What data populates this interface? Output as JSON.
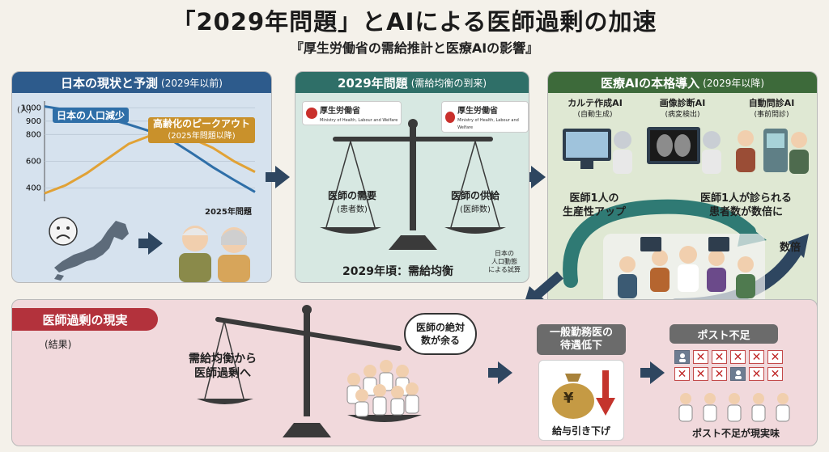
{
  "title": "「2029年問題」とAIによる医師過剰の加速",
  "subtitle": "『厚生労働省の需給推計と医療AIの影響』",
  "panel1": {
    "header": "日本の現状と予測",
    "header_sub": "(2029年以前)",
    "ylabel": "(人)",
    "legend_pop": "日本の人口減少",
    "legend_aging_1": "高齢化のピークアウト",
    "legend_aging_2": "(2025年問題以降)",
    "xlabel": "2025年問題"
  },
  "chart_data": {
    "type": "line",
    "ylabel": "(人)",
    "ylim": [
      300,
      1050
    ],
    "yticks": [
      400,
      600,
      800,
      900,
      1000
    ],
    "x": [
      0,
      1,
      2,
      3,
      4,
      5,
      6,
      7,
      8,
      9,
      10
    ],
    "series": [
      {
        "name": "日本の人口減少",
        "color": "#2f6fa8",
        "values": [
          1010,
          985,
          955,
          920,
          875,
          825,
          760,
          660,
          555,
          460,
          370
        ]
      },
      {
        "name": "高齢化のピークアウト",
        "color": "#e1a236",
        "values": [
          360,
          420,
          510,
          620,
          730,
          790,
          800,
          770,
          700,
          600,
          520
        ]
      }
    ]
  },
  "panel2": {
    "header": "2029年問題",
    "header_sub": "(需給均衡の到来)",
    "logo_text": "厚生労働省",
    "logo_sub": "Ministry of Health, Labour and Welfare",
    "demand": "医師の需要",
    "demand_sub": "(患者数)",
    "supply": "医師の供給",
    "supply_sub": "(医師数)",
    "balance": "2029年頃：需給均衡",
    "note_1": "日本の",
    "note_2": "人口動態",
    "note_3": "による試算"
  },
  "panel3": {
    "header": "医療AIの本格導入",
    "header_sub": "(2029年以降)",
    "ai1": "カルテ作成AI",
    "ai1_sub": "(自動生成)",
    "ai2": "画像診断AI",
    "ai2_sub": "(病変検出)",
    "ai3": "自動問診AI",
    "ai3_sub": "(事前問診)",
    "productivity_1": "医師1人の",
    "productivity_2": "生産性アップ",
    "patients_1": "医師1人が診られる",
    "patients_2": "患者数が数倍に",
    "multiple": "数倍"
  },
  "panel4": {
    "header": "医師過剰の現実",
    "result": "(結果)",
    "shift_1": "需給均衡から",
    "shift_2": "医師過剰へ",
    "bubble_1": "医師の絶対",
    "bubble_2": "数が余る",
    "wage_head_1": "一般勤務医の",
    "wage_head_2": "待遇低下",
    "yen": "¥",
    "wage_cut": "給与引き下げ",
    "post_head": "ポスト不足",
    "post_caption": "ポスト不足が現実味"
  },
  "colors": {
    "blue": "#2d5b8c",
    "teal": "#2f6f68",
    "green": "#3d6a3a",
    "red": "#b3323c",
    "arrow": "#2e4660"
  }
}
